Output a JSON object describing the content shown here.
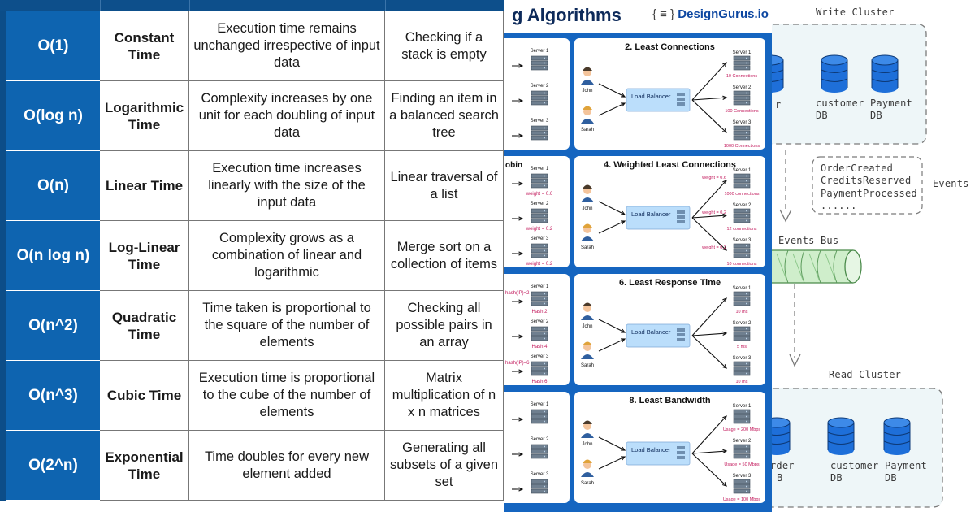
{
  "complexity_table": {
    "rows": [
      {
        "notation": "O(1)",
        "name": "Constant Time",
        "description": "Execution time remains unchanged irrespective of input data",
        "example": "Checking if a stack is empty"
      },
      {
        "notation": "O(log n)",
        "name": "Logarithmic Time",
        "description": "Complexity increases by one unit for each doubling of input data",
        "example": "Finding an item in a balanced search tree"
      },
      {
        "notation": "O(n)",
        "name": "Linear Time",
        "description": "Execution time increases linearly with the size of the input data",
        "example": "Linear traversal of a list"
      },
      {
        "notation": "O(n log n)",
        "name": "Log-Linear Time",
        "description": "Complexity grows as a combination of linear and logarithmic",
        "example": "Merge sort on a collection of items"
      },
      {
        "notation": "O(n^2)",
        "name": "Quadratic Time",
        "description": "Time taken is proportional to the square of the number of elements",
        "example": "Checking all possible pairs in an array"
      },
      {
        "notation": "O(n^3)",
        "name": "Cubic Time",
        "description": "Execution time is proportional to the cube of the number of elements",
        "example": "Matrix multiplication of n x n matrices"
      },
      {
        "notation": "O(2^n)",
        "name": "Exponential Time",
        "description": "Time doubles for every new element added",
        "example": "Generating all subsets of a given set"
      }
    ]
  },
  "load_balancing": {
    "title": "g Algorithms",
    "brand": "DesignGurus.io",
    "brand_icon": "{ ≡ }",
    "colors": {
      "panel_bg": "#1565c0",
      "balancer_bg": "#bbdefb",
      "magenta": "#c2185b"
    },
    "left_cards": [
      {
        "label": "",
        "servers": [
          {
            "name": "Server 1",
            "note": ""
          },
          {
            "name": "Server 2",
            "note": ""
          },
          {
            "name": "Server 3",
            "note": ""
          }
        ]
      },
      {
        "label": "obin",
        "servers": [
          {
            "name": "Server 1",
            "note": "weight = 0.6"
          },
          {
            "name": "Server 2",
            "note": "weight = 0.2"
          },
          {
            "name": "Server 3",
            "note": "weight = 0.2"
          }
        ]
      },
      {
        "label": "",
        "servers": [
          {
            "name": "Server 1",
            "note": "Hash 2",
            "left_note": "hash(IP)=2"
          },
          {
            "name": "Server 2",
            "note": "Hash 4"
          },
          {
            "name": "Server 3",
            "note": "Hash 6",
            "left_note": "hash(IP)=6"
          }
        ]
      },
      {
        "label": "",
        "servers": [
          {
            "name": "Server 1",
            "note": ""
          },
          {
            "name": "Server 2",
            "note": ""
          },
          {
            "name": "Server 3",
            "note": ""
          }
        ]
      }
    ],
    "cards": [
      {
        "title": "2. Least Connections",
        "balancer": "Load Balancer",
        "users": [
          "John",
          "Sarah"
        ],
        "servers": [
          {
            "name": "Server 1",
            "note": "10 Connections"
          },
          {
            "name": "Server 2",
            "note": "100 Connections"
          },
          {
            "name": "Server 3",
            "note": "1000 Connections"
          }
        ]
      },
      {
        "title": "4. Weighted Least Connections",
        "balancer": "Load Balancer",
        "users": [
          "John",
          "Sarah"
        ],
        "servers": [
          {
            "name": "Server 1",
            "note": "1000 connections",
            "weight": "weight = 0.6"
          },
          {
            "name": "Server 2",
            "note": "12 connections",
            "weight": "weight = 0.2"
          },
          {
            "name": "Server 3",
            "note": "10 connections",
            "weight": "weight = 0.2"
          }
        ]
      },
      {
        "title": "6. Least Response Time",
        "balancer": "Load Balancer",
        "users": [
          "John",
          "Sarah"
        ],
        "servers": [
          {
            "name": "Server 1",
            "note": "10 ms"
          },
          {
            "name": "Server 2",
            "note": "5 ms"
          },
          {
            "name": "Server 3",
            "note": "10 ms"
          }
        ]
      },
      {
        "title": "8. Least Bandwidth",
        "balancer": "Load Balancer",
        "users": [
          "John",
          "Sarah"
        ],
        "servers": [
          {
            "name": "Server 1",
            "note": "Usage = 200 Mbps"
          },
          {
            "name": "Server 2",
            "note": "Usage = 50 Mbps"
          },
          {
            "name": "Server 3",
            "note": "Usage = 100 Mbps"
          }
        ]
      }
    ]
  },
  "cqrs": {
    "write_cluster": "Write Cluster",
    "read_cluster": "Read Cluster",
    "events_bus": "Events Bus",
    "events_label": "Events",
    "events": [
      "OrderCreated",
      "CreditsReserved",
      "PaymentProcessed",
      "......"
    ],
    "write_dbs": [
      {
        "line1": "r",
        "line2": ""
      },
      {
        "line1": "customer",
        "line2": "DB"
      },
      {
        "line1": "Payment",
        "line2": "DB"
      }
    ],
    "read_dbs": [
      {
        "line1": "rder",
        "line2": "B"
      },
      {
        "line1": "customer",
        "line2": "DB"
      },
      {
        "line1": "Payment",
        "line2": "DB"
      }
    ],
    "colors": {
      "cluster_bg": "#eef6f8",
      "db_fill": "#1e6fd9",
      "bus_fill": "#cfeecb"
    }
  }
}
